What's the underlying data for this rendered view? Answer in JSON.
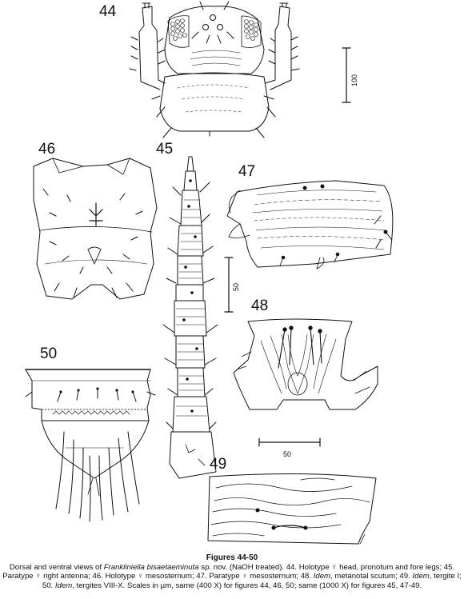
{
  "figures": {
    "f44": "44",
    "f45": "45",
    "f46": "46",
    "f47": "47",
    "f48": "48",
    "f49": "49",
    "f50": "50"
  },
  "scales": {
    "s100": "100",
    "s50_vertical": "50",
    "s50_horizontal": "50"
  },
  "caption": {
    "title": "Figures 44-50",
    "part1": "Dorsal and ventral views of ",
    "species": "Frankliniella bisaetaeminuta",
    "part2": " sp. nov. (NaOH treated). 44. Holotype ♀ head, pronotum and fore legs; 45. Paratype ♀ right antenna; 46. Holotype ♀ mesosternum; 47. Paratype ♀ mesosternum; 48. ",
    "idem1": "Idem",
    "part3": ", metanotal scutum; 49. ",
    "idem2": "Idem",
    "part4": ", tergite I; 50. ",
    "idem3": "Idem",
    "part5": ", tergites VIII-X. Scales in µm, same (400 X) for figures 44, 46, 50; same (1000 X) for figures 45, 47-49."
  }
}
